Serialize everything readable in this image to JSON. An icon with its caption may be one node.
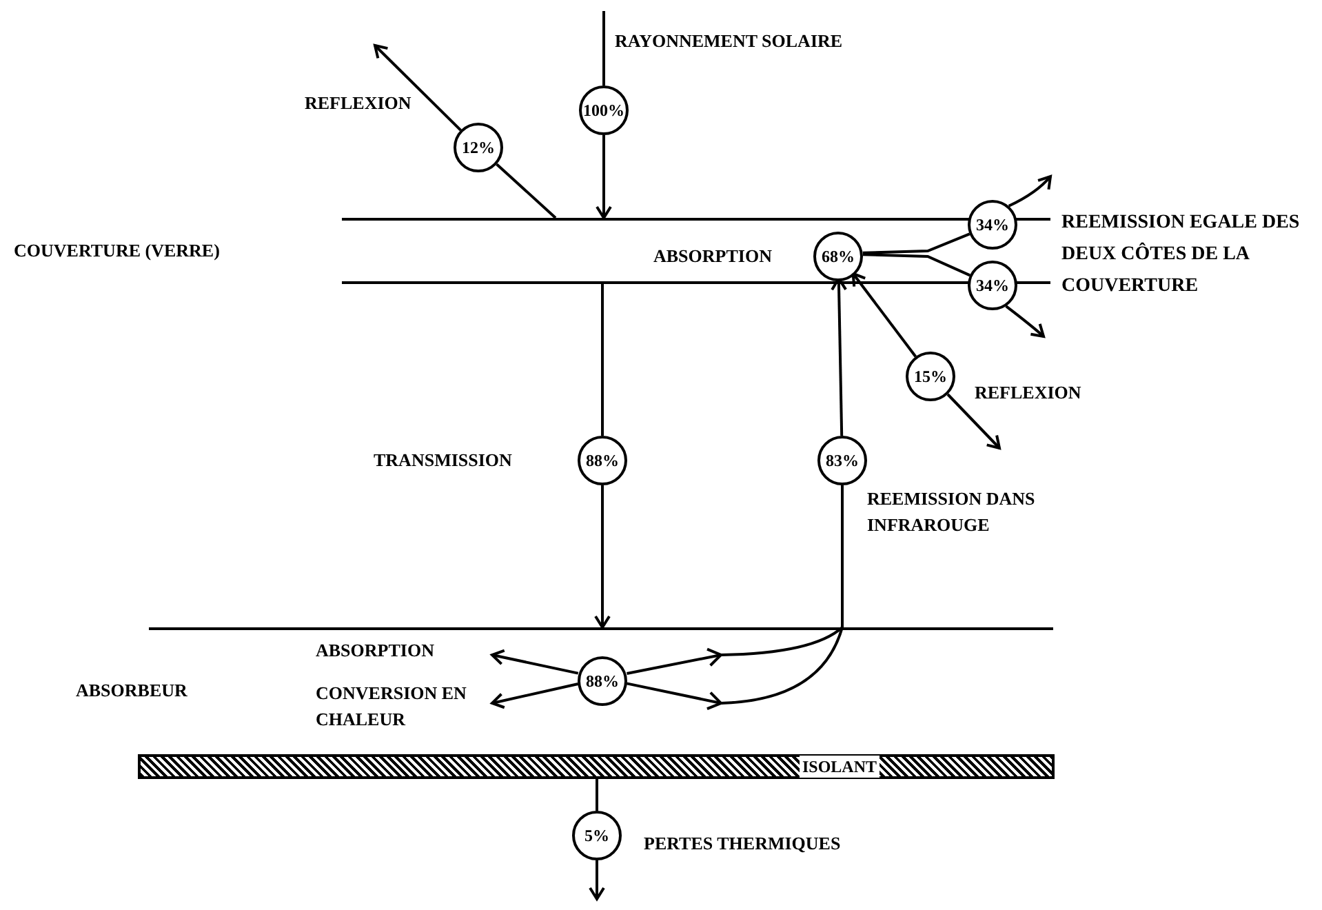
{
  "diagram": {
    "nodes": [
      {
        "text": [],
        "shape": "bar"
      },
      {
        "text": [
          "100%"
        ],
        "beside": [
          "RAYONNEMENT SOLAIRE"
        ]
      },
      {
        "text": [
          "12%"
        ],
        "beside": [
          "REFLEXION"
        ]
      },
      {
        "text": [
          "68%"
        ],
        "in": 0,
        "beside": [
          "ABSORPTION"
        ]
      },
      {
        "text": [
          "34%"
        ]
      },
      {
        "text": [
          "34%"
        ]
      },
      {
        "text": [
          "15%"
        ],
        "beside": [
          "REFLEXION"
        ]
      },
      {
        "text": [
          "88%"
        ],
        "beside": [
          "TRANSMISSION"
        ]
      },
      {
        "text": [
          "83%"
        ],
        "beside": [
          "REEMISSION DANS INFRAROUGE"
        ]
      },
      {
        "text": [
          "ABSORBEUR"
        ]
      },
      {
        "text": [
          "88%"
        ],
        "in": 9,
        "beside": [
          "ABSORPTION",
          "CONVERSION EN CHALEUR"
        ]
      },
      {
        "text": [
          "ISOLANT"
        ]
      },
      {
        "text": [
          "5%"
        ],
        "beside": [
          "PERTES THERMIQUES"
        ]
      }
    ],
    "edges": [
      {
        "from": null,
        "to": 1,
        "arrow": "none"
      },
      {
        "from": 1,
        "to": 0,
        "arrow": "to"
      },
      {
        "from": 0,
        "to": 2,
        "arrow": "none"
      },
      {
        "from": 2,
        "to": null,
        "arrow": "to"
      },
      {
        "from": 3,
        "to": 4,
        "arrow": "none"
      },
      {
        "from": 3,
        "to": 5,
        "arrow": "none"
      },
      {
        "from": 4,
        "to": null,
        "arrow": "to"
      },
      {
        "from": 5,
        "to": null,
        "arrow": "to"
      },
      {
        "from": 6,
        "to": 3,
        "arrow": "to"
      },
      {
        "from": 6,
        "to": null,
        "arrow": "to"
      },
      {
        "from": 0,
        "to": 7,
        "arrow": "none"
      },
      {
        "from": 7,
        "to": 9,
        "arrow": "to"
      },
      {
        "from": 8,
        "to": 3,
        "arrow": "to"
      },
      {
        "from": 10,
        "to": null,
        "arrow": "to"
      },
      {
        "from": 10,
        "to": null,
        "arrow": "to"
      },
      {
        "from": 10,
        "to": 8,
        "arrow": "to"
      },
      {
        "from": 10,
        "to": 8,
        "arrow": "to"
      },
      {
        "from": 11,
        "to": 12,
        "arrow": "none"
      },
      {
        "from": 12,
        "to": null,
        "arrow": "to"
      }
    ],
    "labels": [
      "REEMISSION EGALE DES DEUX CÔTES DE LA COUVERTURE",
      "COUVERTURE (VERRE)"
    ]
  }
}
